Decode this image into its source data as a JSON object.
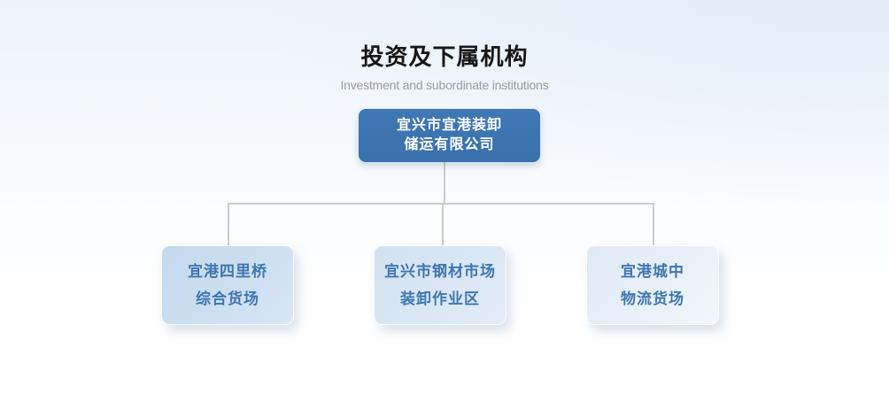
{
  "header": {
    "title": "投资及下属机构",
    "subtitle": "Investment and subordinate institutions"
  },
  "org_chart": {
    "type": "organization-tree",
    "root": {
      "line1": "宜兴市宜港装卸",
      "line2": "储运有限公司"
    },
    "children": [
      {
        "line1": "宜港四里桥",
        "line2": "综合货场"
      },
      {
        "line1": "宜兴市钢材市场",
        "line2": "装卸作业区"
      },
      {
        "line1": "宜港城中",
        "line2": "物流货场"
      }
    ]
  },
  "colors": {
    "root_box": "#3b73b0",
    "root_text": "#ffffff",
    "child_box_1": "#c9ddef",
    "child_box_2": "#d8e5f2",
    "child_box_3": "#e6eef7",
    "child_text": "#3e76b0",
    "connector": "#c9cbcc",
    "title_text": "#171717",
    "subtitle_text": "#9c9c9c",
    "background_top": "#edf3f9",
    "background_bottom": "#ffffff"
  }
}
